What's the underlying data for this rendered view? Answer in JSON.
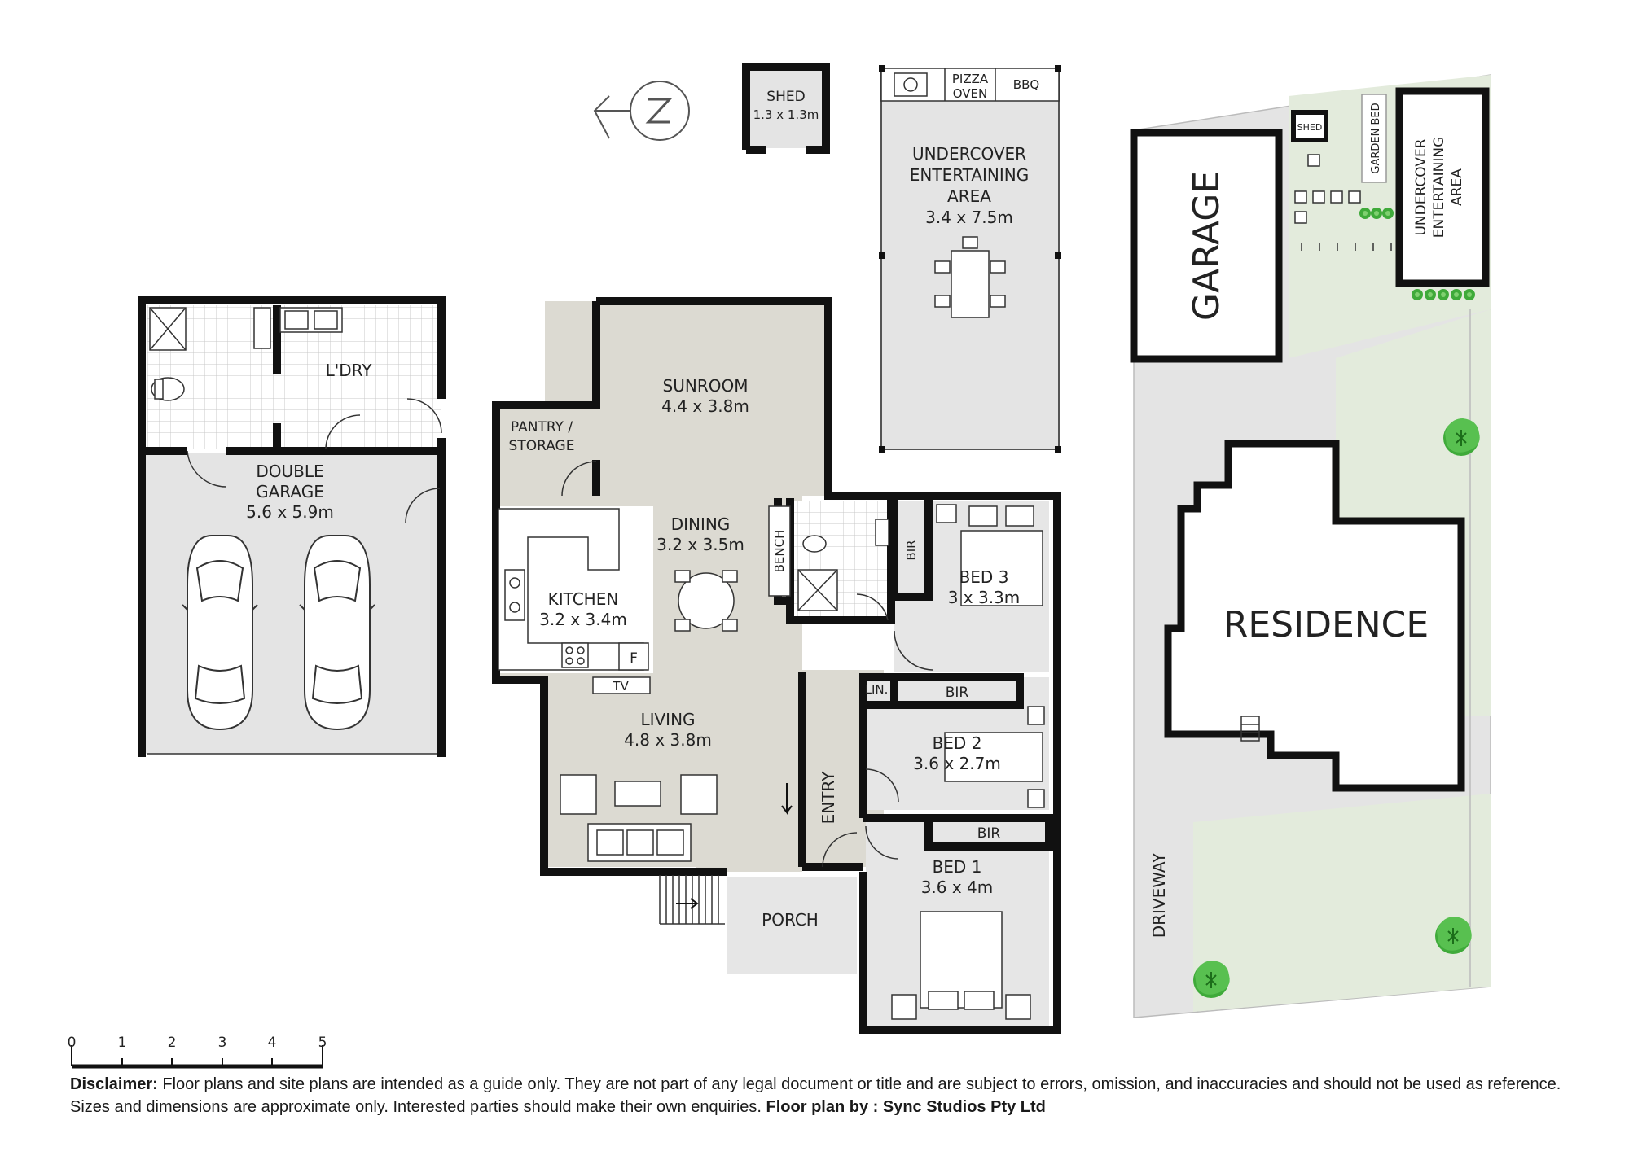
{
  "rooms": {
    "shed": {
      "name": "SHED",
      "dims": "1.3 x 1.3m"
    },
    "pizza_oven": "PIZZA OVEN",
    "pizza_oven_l1": "PIZZA",
    "pizza_oven_l2": "OVEN",
    "bbq": "BBQ",
    "entertaining": {
      "l1": "UNDERCOVER",
      "l2": "ENTERTAINING",
      "l3": "AREA",
      "dims": "3.4 x 7.5m"
    },
    "laundry": {
      "name": "L'DRY"
    },
    "garage": {
      "l1": "DOUBLE",
      "l2": "GARAGE",
      "dims": "5.6 x 5.9m"
    },
    "pantry": {
      "l1": "PANTRY /",
      "l2": "STORAGE"
    },
    "sunroom": {
      "name": "SUNROOM",
      "dims": "4.4 x 3.8m"
    },
    "dining": {
      "name": "DINING",
      "dims": "3.2 x 3.5m"
    },
    "kitchen": {
      "name": "KITCHEN",
      "dims": "3.2 x 3.4m"
    },
    "bench": "BENCH",
    "bed3": {
      "name": "BED 3",
      "dims": "3 x 3.3m"
    },
    "bed2": {
      "name": "BED 2",
      "dims": "3.6 x 2.7m"
    },
    "bed1": {
      "name": "BED 1",
      "dims": "3.6 x 4m"
    },
    "bir": "BIR",
    "lin": "LIN.",
    "tv": "TV",
    "fridge": "F",
    "living": {
      "name": "LIVING",
      "dims": "4.8 x 3.8m"
    },
    "entry": "ENTRY",
    "porch": "PORCH"
  },
  "site": {
    "garage": "GARAGE",
    "shed": "SHED",
    "garden_bed": "GARDEN BED",
    "entertaining_l1": "UNDERCOVER",
    "entertaining_l2": "ENTERTAINING",
    "entertaining_l3": "AREA",
    "residence": "RESIDENCE",
    "driveway": "DRIVEWAY"
  },
  "compass": {
    "label": "N"
  },
  "scale_bar": {
    "ticks": [
      "0",
      "1",
      "2",
      "3",
      "4",
      "5"
    ]
  },
  "disclaimer": {
    "lead": "Disclaimer:",
    "body": " Floor plans and site plans are intended as a guide only. They are not part of any legal document or title and are subject to errors, omission, and inaccuracies and should not be used as reference. Sizes and dimensions are approximate only. Interested parties should make their own enquiries. ",
    "credit": "Floor plan by : Sync Studios Pty Ltd"
  },
  "colors": {
    "room_fill": "#dcdad2",
    "grey_fill": "#e4e4e4",
    "lawn": "#e3ebdc",
    "tree": "#3faa3a",
    "wall": "#111111"
  }
}
